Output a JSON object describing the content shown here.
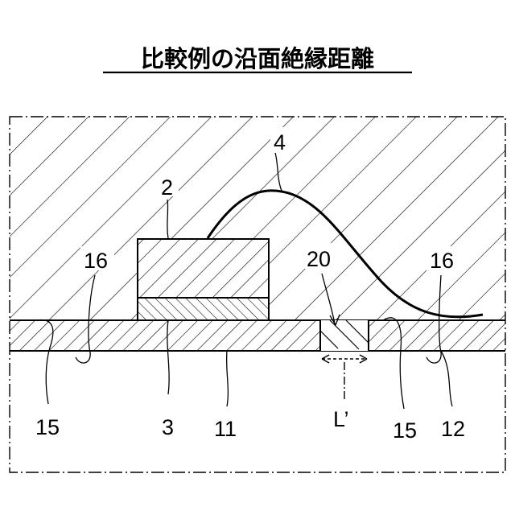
{
  "figure": {
    "title": "比較例の沿面絶縁距離",
    "colors": {
      "line": "#000000",
      "background": "#ffffff"
    },
    "labels": {
      "ref_2": "2",
      "ref_3": "3",
      "ref_4": "4",
      "ref_11": "11",
      "ref_12": "12",
      "ref_15_left": "15",
      "ref_15_right": "15",
      "ref_16_left": "16",
      "ref_16_right": "16",
      "ref_20": "20",
      "ref_L": "L’"
    }
  }
}
